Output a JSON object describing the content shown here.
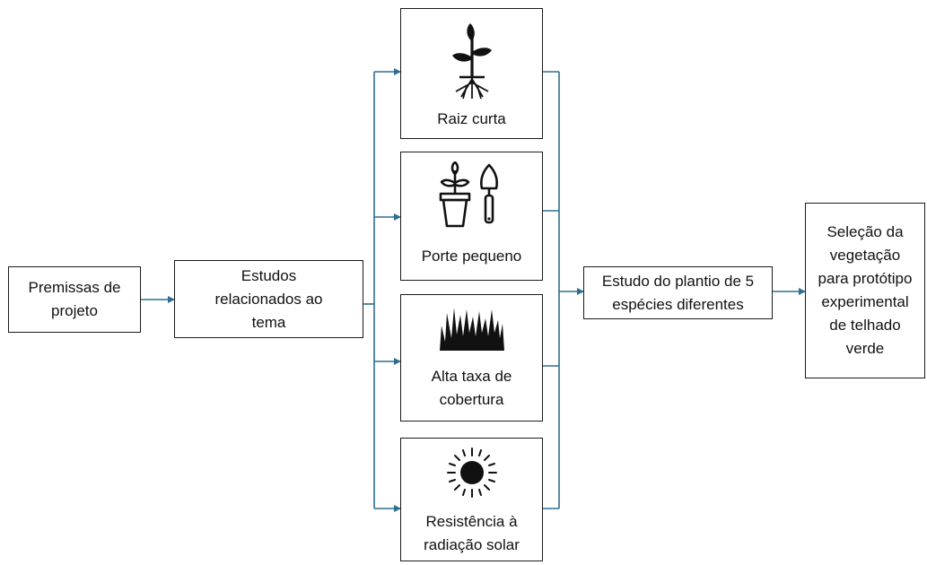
{
  "premissas": {
    "text": "Premissas de projeto"
  },
  "estudos": {
    "text": "Estudos relacionados ao tema"
  },
  "criteria": [
    {
      "label": "Raiz curta",
      "icon": "plant-root-icon"
    },
    {
      "label": "Porte pequeno",
      "icon": "potted-plant-trowel-icon"
    },
    {
      "label": "Alta taxa de cobertura",
      "icon": "grass-icon"
    },
    {
      "label": "Resistência à radiação solar",
      "icon": "sun-icon"
    }
  ],
  "plantio": {
    "text": "Estudo do plantio de 5 espécies diferentes"
  },
  "selecao": {
    "text": "Seleção da vegetação para protótipo experimental de telhado verde"
  },
  "colors": {
    "connector": "#2e6e91",
    "border": "#1a1a1a"
  }
}
